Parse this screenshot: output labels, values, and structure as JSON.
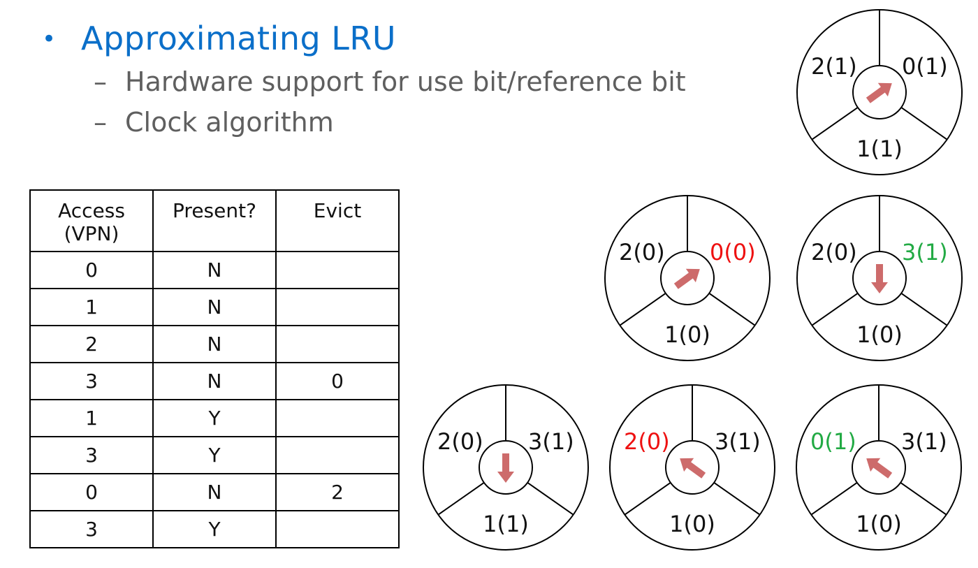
{
  "slide": {
    "bullet": "Approximating LRU",
    "sub_items": [
      "Hardware support for use bit/reference bit",
      "Clock algorithm"
    ]
  },
  "table": {
    "headers": [
      "Access\n(VPN)",
      "Present?",
      "Evict"
    ],
    "rows": [
      [
        "0",
        "N",
        ""
      ],
      [
        "1",
        "N",
        ""
      ],
      [
        "2",
        "N",
        ""
      ],
      [
        "3",
        "N",
        "0"
      ],
      [
        "1",
        "Y",
        ""
      ],
      [
        "3",
        "Y",
        ""
      ],
      [
        "0",
        "N",
        "2"
      ],
      [
        "3",
        "Y",
        ""
      ]
    ]
  },
  "colors": {
    "heading": "#0b6fc9",
    "subtext": "#5f5f5f",
    "text": "#111111",
    "red": "#ee1111",
    "green": "#22aa44",
    "arrow": "#cd6b6b"
  },
  "clocks": [
    {
      "id": "clock-1",
      "left": {
        "text": "2(1)",
        "color": "text"
      },
      "right": {
        "text": "0(1)",
        "color": "text"
      },
      "bottom": {
        "text": "1(1)",
        "color": "text"
      },
      "pointer": "right"
    },
    {
      "id": "clock-2",
      "left": {
        "text": "2(0)",
        "color": "text"
      },
      "right": {
        "text": "0(0)",
        "color": "red"
      },
      "bottom": {
        "text": "1(0)",
        "color": "text"
      },
      "pointer": "right"
    },
    {
      "id": "clock-3",
      "left": {
        "text": "2(0)",
        "color": "text"
      },
      "right": {
        "text": "3(1)",
        "color": "green"
      },
      "bottom": {
        "text": "1(0)",
        "color": "text"
      },
      "pointer": "bottom"
    },
    {
      "id": "clock-4",
      "left": {
        "text": "2(0)",
        "color": "text"
      },
      "right": {
        "text": "3(1)",
        "color": "text"
      },
      "bottom": {
        "text": "1(1)",
        "color": "text"
      },
      "pointer": "bottom"
    },
    {
      "id": "clock-5",
      "left": {
        "text": "2(0)",
        "color": "red"
      },
      "right": {
        "text": "3(1)",
        "color": "text"
      },
      "bottom": {
        "text": "1(0)",
        "color": "text"
      },
      "pointer": "left"
    },
    {
      "id": "clock-6",
      "left": {
        "text": "0(1)",
        "color": "green"
      },
      "right": {
        "text": "3(1)",
        "color": "text"
      },
      "bottom": {
        "text": "1(0)",
        "color": "text"
      },
      "pointer": "left"
    }
  ]
}
